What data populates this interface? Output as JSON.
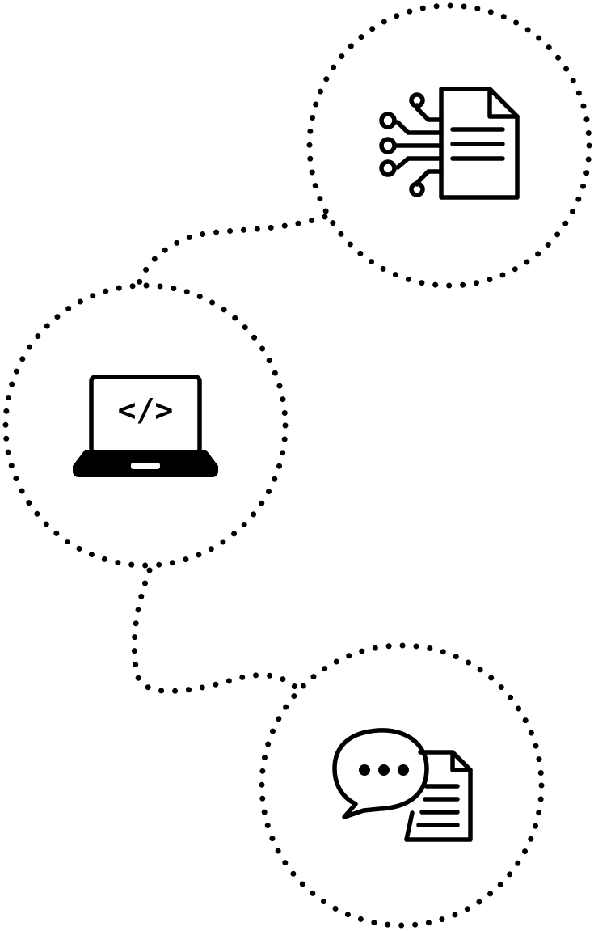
{
  "diagram": {
    "ink_color": "#000000",
    "background": "#ffffff",
    "nodes": [
      {
        "id": "node-ai-document",
        "icon": "ai-document-icon"
      },
      {
        "id": "node-laptop-code",
        "icon": "laptop-code-icon",
        "code_label": "</>"
      },
      {
        "id": "node-chat-document",
        "icon": "chat-document-icon"
      }
    ],
    "connectors": [
      {
        "from": "node-ai-document",
        "to": "node-laptop-code",
        "style": "dotted"
      },
      {
        "from": "node-laptop-code",
        "to": "node-chat-document",
        "style": "dotted"
      }
    ]
  }
}
